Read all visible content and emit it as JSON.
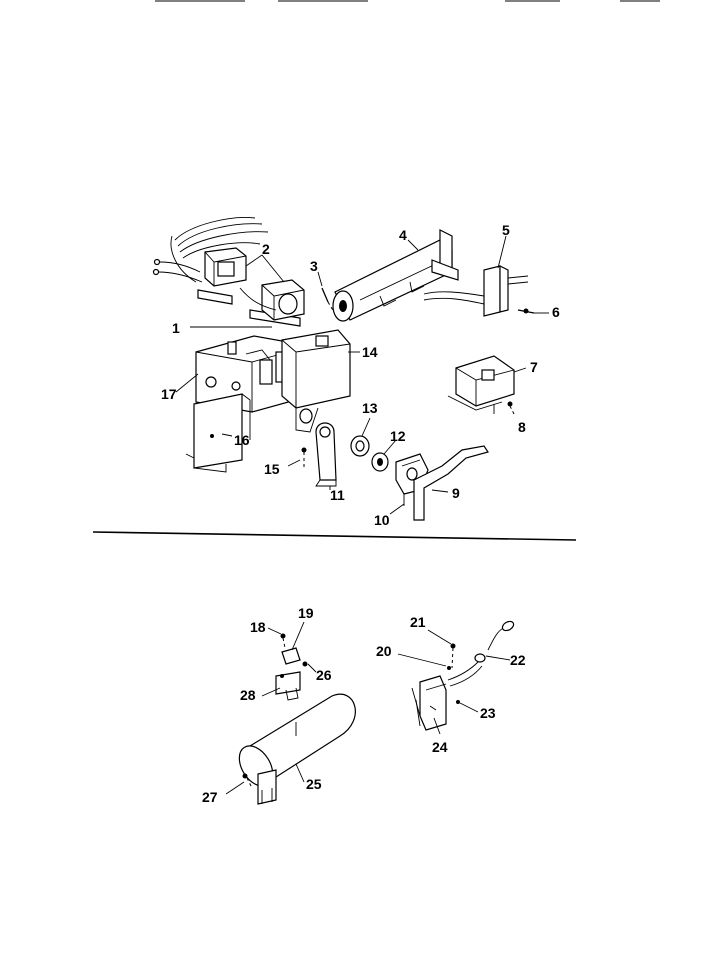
{
  "callouts": {
    "c1": "1",
    "c2": "2",
    "c3": "3",
    "c4": "4",
    "c5": "5",
    "c6": "6",
    "c7": "7",
    "c8": "8",
    "c9": "9",
    "c10": "10",
    "c11": "11",
    "c12": "12",
    "c13": "13",
    "c14": "14",
    "c15": "15",
    "c16": "16",
    "c17": "17",
    "c18": "18",
    "c19": "19",
    "c20": "20",
    "c21": "21",
    "c22": "22",
    "c23": "23",
    "c24": "24",
    "c25": "25",
    "c26": "26",
    "c27": "27",
    "c28": "28"
  }
}
